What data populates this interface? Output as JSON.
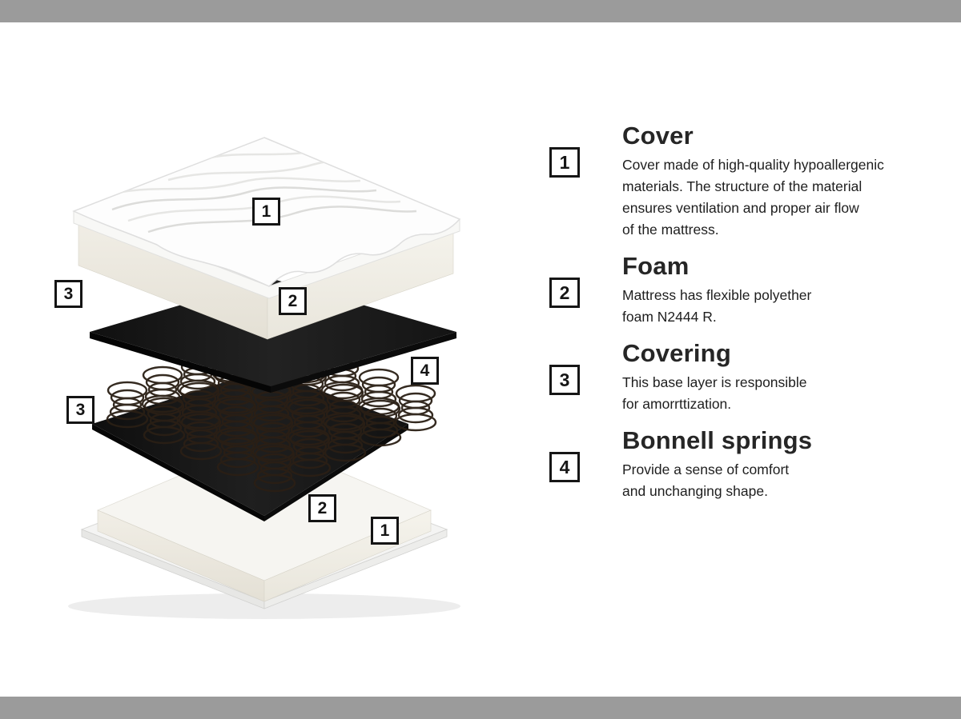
{
  "page": {
    "bar_color": "#9b9b9b",
    "background": "#ffffff"
  },
  "colors": {
    "marker_border": "#141414",
    "text_dark": "#262626",
    "sheet_black": "#171717",
    "foam_cream": "#efece4",
    "cover_white": "#fdfdfd"
  },
  "diagram": {
    "description": "Exploded isometric view of mattress layers",
    "markers": [
      {
        "num": "1"
      },
      {
        "num": "2"
      },
      {
        "num": "3"
      },
      {
        "num": "4"
      },
      {
        "num": "3"
      },
      {
        "num": "2"
      },
      {
        "num": "1"
      }
    ],
    "layer_names": [
      "cover",
      "foam",
      "covering",
      "bonnell-springs",
      "covering",
      "foam",
      "base-cover"
    ]
  },
  "legend": {
    "items": [
      {
        "num": "1",
        "title": "Cover",
        "desc": "Cover made of high-quality hypoallergenic\nmaterials. The structure of the material\nensures ventilation and proper air flow\nof the mattress."
      },
      {
        "num": "2",
        "title": "Foam",
        "desc": "Mattress has flexible polyether\nfoam N2444 R."
      },
      {
        "num": "3",
        "title": "Covering",
        "desc": "This base layer is responsible\nfor amorrttization."
      },
      {
        "num": "4",
        "title": "Bonnell springs",
        "desc": "Provide a sense of comfort\nand unchanging shape."
      }
    ]
  }
}
